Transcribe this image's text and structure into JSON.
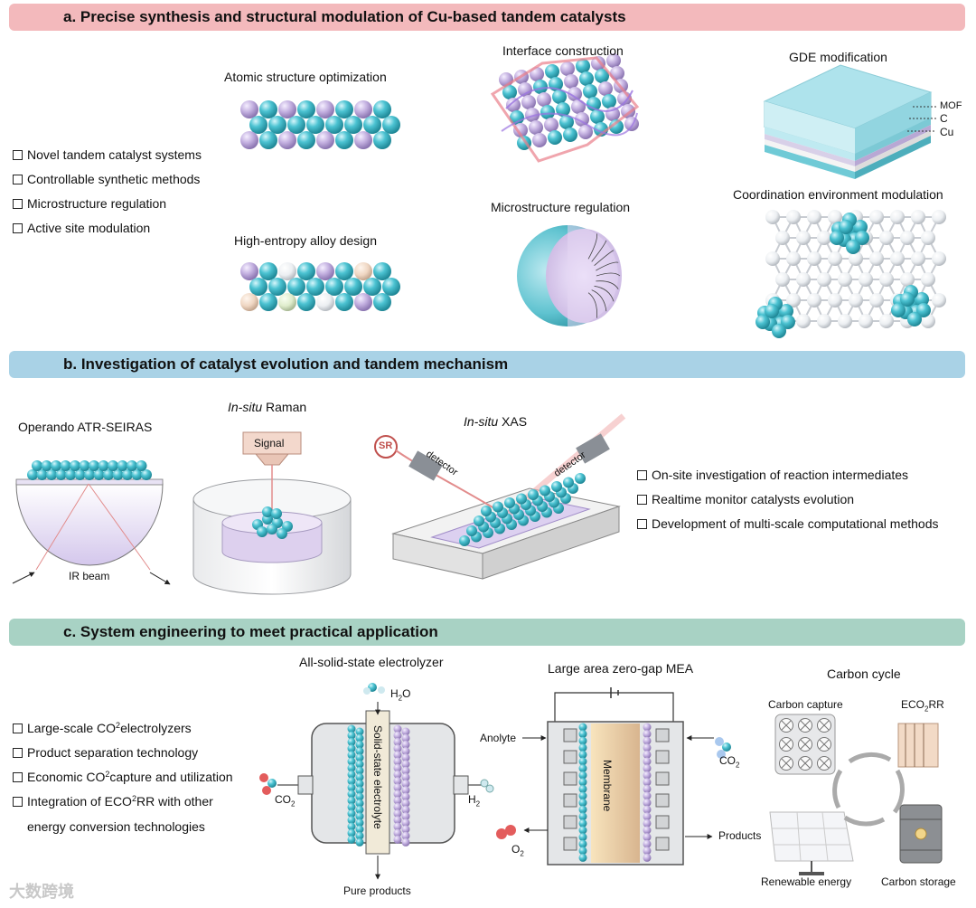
{
  "section_a": {
    "title": "a. Precise synthesis and structural modulation of Cu-based tandem catalysts",
    "bullets": [
      "Novel tandem catalyst systems",
      "Controllable synthetic methods",
      "Microstructure regulation",
      "Active site modulation"
    ],
    "panels": {
      "atomic": "Atomic structure optimization",
      "hea": "High-entropy alloy design",
      "interface": "Interface construction",
      "microstructure": "Microstructure regulation",
      "gde": "GDE modification",
      "coordination": "Coordination environment modulation"
    },
    "gde_layers": [
      "MOF",
      "C",
      "Cu"
    ]
  },
  "section_b": {
    "title": "b. Investigation of catalyst  evolution and tandem mechanism",
    "bullets": [
      "On-site investigation of reaction intermediates",
      "Realtime monitor catalysts evolution",
      "Development of multi-scale computational methods"
    ],
    "seiras_label": "Operando ATR-SEIRAS",
    "ir_beam": "IR beam",
    "raman_italic": "In-situ",
    "raman_rest": " Raman",
    "signal": "Signal",
    "xas_italic": "In-situ",
    "xas_rest": " XAS",
    "sr": "SR",
    "detector": "detector"
  },
  "section_c": {
    "title": "c. System engineering to meet practical application",
    "bullets": [
      {
        "pre": "Large-scale CO",
        "sub": "2",
        "post": " electrolyzers"
      },
      {
        "pre": "Product separation technology",
        "sub": "",
        "post": ""
      },
      {
        "pre": "Economic CO",
        "sub": "2",
        "post": " capture and utilization"
      },
      {
        "pre": "Integration of ECO",
        "sub": "2",
        "post": "RR with other"
      }
    ],
    "bullet_continuation": "energy conversion technologies",
    "electrolyzer": {
      "title": "All-solid-state electrolyzer",
      "h2o_pre": "H",
      "h2o_sub": "2",
      "h2o_post": "O",
      "co2_pre": "CO",
      "co2_sub": "2",
      "h2_pre": "H",
      "h2_sub": "2",
      "electrolyte": "Solid-state electrolyte",
      "pure": "Pure products"
    },
    "mea": {
      "title": "Large area zero-gap MEA",
      "anolyte": "Anolyte",
      "membrane": "Membrane",
      "co2_pre": "CO",
      "co2_sub": "2",
      "o2_pre": "O",
      "o2_sub": "2",
      "products": "Products"
    },
    "cycle": {
      "title": "Carbon cycle",
      "capture": "Carbon capture",
      "eco2rr_pre": "ECO",
      "eco2rr_sub": "2",
      "eco2rr_post": "RR",
      "renewable": "Renewable energy",
      "storage": "Carbon storage"
    }
  },
  "watermark": "大数跨境",
  "colors": {
    "teal": "#3bb3c3",
    "lavender": "#b8a4d6",
    "pink_banner": "#f3b9bc",
    "blue_banner": "#a9d2e6",
    "green_banner": "#a8d2c4"
  }
}
